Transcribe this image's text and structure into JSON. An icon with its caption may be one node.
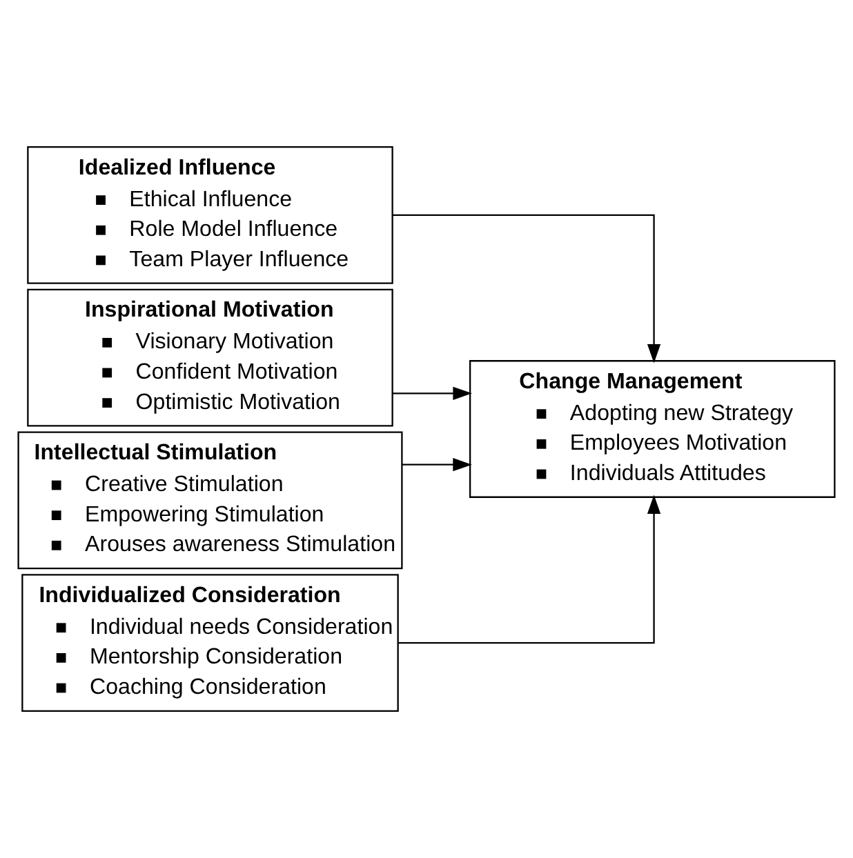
{
  "diagram": {
    "nodes": [
      {
        "text": [
          "Idealized Influence",
          "Ethical Influence",
          "Role Model Influence",
          "Team Player Influence"
        ]
      },
      {
        "text": [
          "Inspirational Motivation",
          "Visionary Motivation",
          "Confident Motivation",
          "Optimistic Motivation"
        ]
      },
      {
        "text": [
          "Intellectual Stimulation",
          "Creative Stimulation",
          "Empowering Stimulation",
          "Arouses awareness Stimulation"
        ]
      },
      {
        "text": [
          "Individualized Consideration",
          "Individual needs Consideration",
          "Mentorship Consideration",
          "Coaching Consideration"
        ]
      },
      {
        "text": [
          "Change Management",
          "Adopting new Strategy",
          "Employees Motivation",
          "Individuals Attitudes"
        ]
      }
    ],
    "edges": [
      {
        "from": 0,
        "to": 4,
        "arrow": "to"
      },
      {
        "from": 1,
        "to": 4,
        "arrow": "to"
      },
      {
        "from": 2,
        "to": 4,
        "arrow": "to"
      },
      {
        "from": 3,
        "to": 4,
        "arrow": "to"
      }
    ]
  }
}
